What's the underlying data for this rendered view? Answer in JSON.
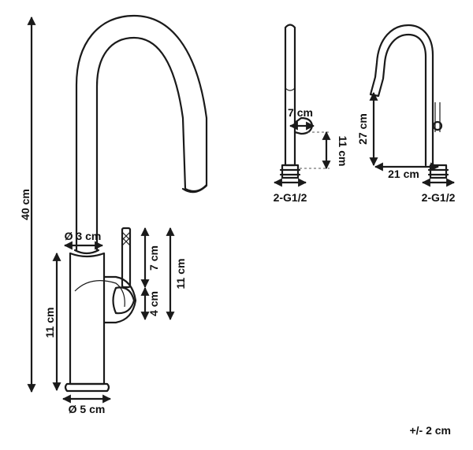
{
  "main_view": {
    "height_total": "40 cm",
    "spout_diameter": "Ø 3 cm",
    "body_height": "11 cm",
    "base_diameter": "Ø 5 cm",
    "handle_upper": "7 cm",
    "handle_lower": "4 cm",
    "handle_total": "11 cm"
  },
  "side_view": {
    "handle_reach": "7 cm",
    "handle_height": "11 cm",
    "connector": "2-G1/2"
  },
  "front_view": {
    "spout_height": "27 cm",
    "spout_reach": "21 cm",
    "connector": "2-G1/2"
  },
  "tolerance": "+/- 2 cm"
}
